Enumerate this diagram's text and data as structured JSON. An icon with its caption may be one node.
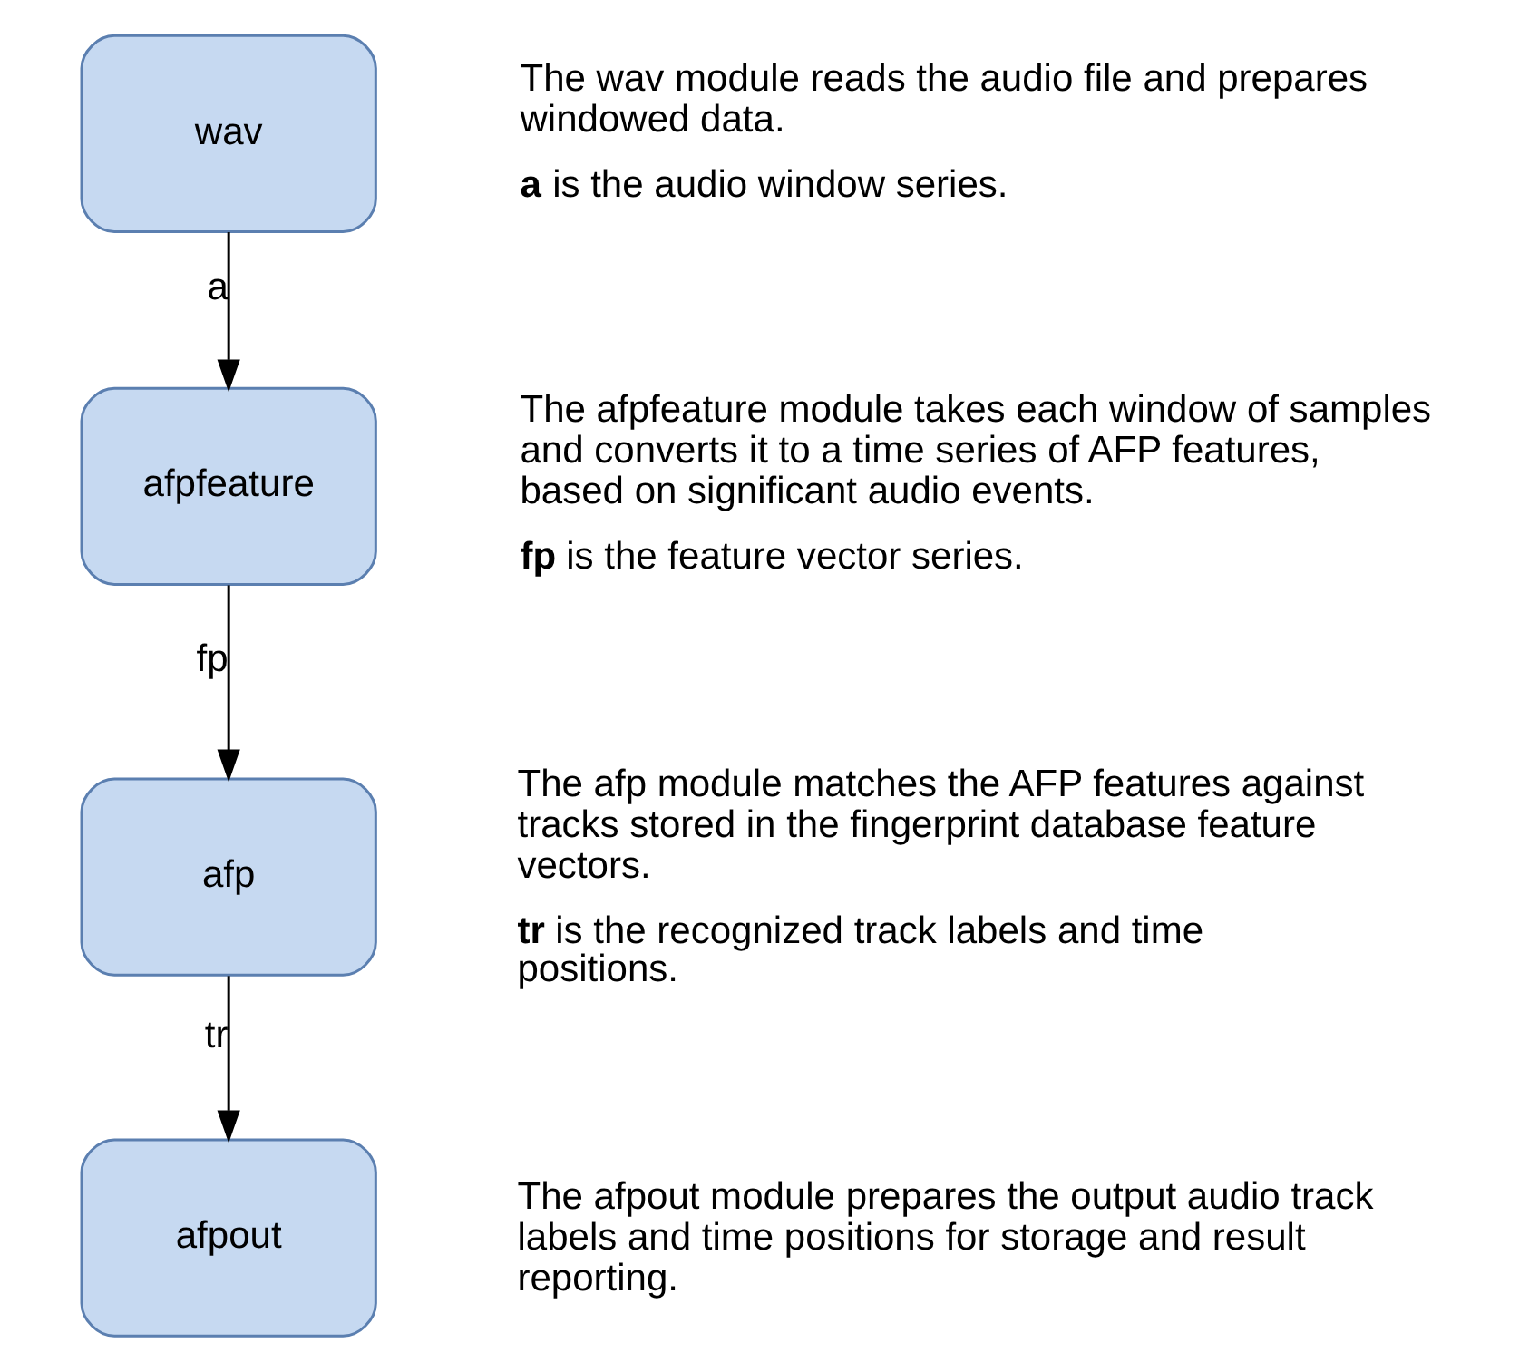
{
  "diagram": {
    "nodes": [
      {
        "text": [
          "wav"
        ],
        "beside": [
          "The wav module reads the audio file and prepares windowed data.",
          "**a** is the audio window series."
        ]
      },
      {
        "text": [
          "afpfeature"
        ],
        "beside": [
          "The afpfeature module takes each window of samples and converts it to a time series of AFP features, based on significant audio events.",
          "**fp** is the feature vector series."
        ]
      },
      {
        "text": [
          "afp"
        ],
        "beside": [
          "The afp module matches the AFP features against tracks stored in the fingerprint database feature vectors.",
          "**tr** is the recognized track labels and time positions."
        ]
      },
      {
        "text": [
          "afpout"
        ],
        "beside": [
          "The afpout module prepares the output audio track labels and time positions for storage and result reporting."
        ]
      }
    ],
    "edges": [
      {
        "from": 0,
        "to": 1,
        "arrow": "to",
        "label": "a"
      },
      {
        "from": 1,
        "to": 2,
        "arrow": "to",
        "label": "fp"
      },
      {
        "from": 2,
        "to": 3,
        "arrow": "to",
        "label": "tr"
      }
    ]
  }
}
